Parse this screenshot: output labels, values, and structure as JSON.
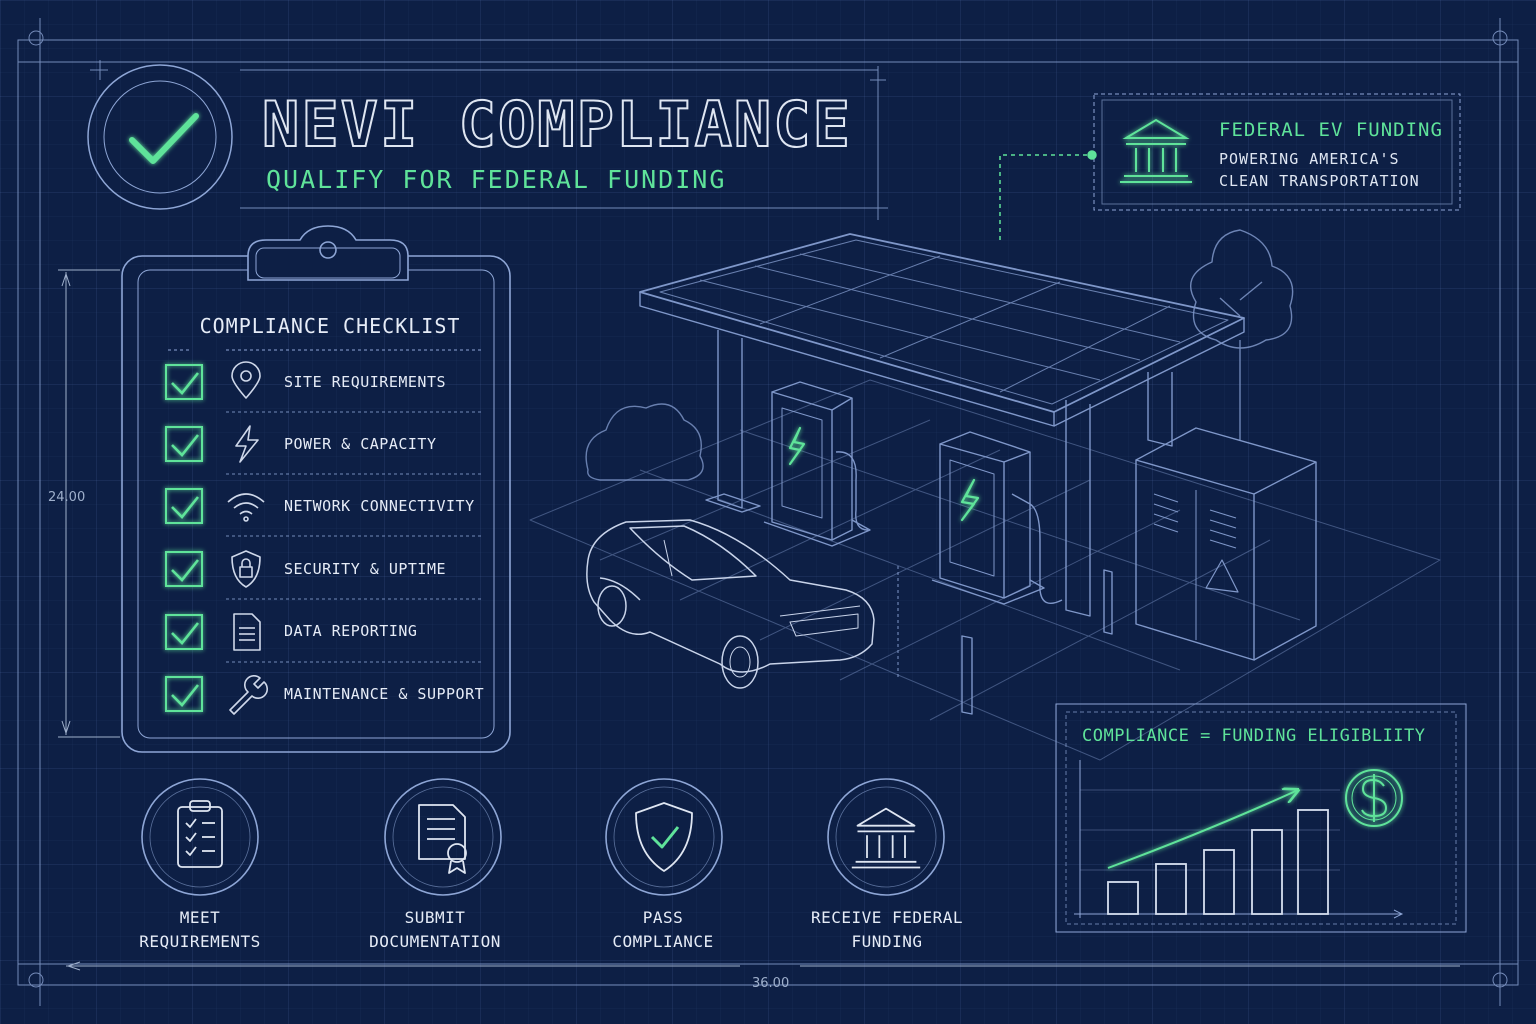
{
  "header": {
    "title": "NEVI COMPLIANCE",
    "subtitle": "QUALIFY FOR FEDERAL FUNDING"
  },
  "federal_box": {
    "title": "FEDERAL EV FUNDING",
    "line1": "POWERING AMERICA'S",
    "line2": "CLEAN TRANSPORTATION",
    "icon": "bank-icon"
  },
  "checklist": {
    "title": "COMPLIANCE CHECKLIST",
    "items": [
      {
        "label": "SITE REQUIREMENTS",
        "icon": "location-pin-icon",
        "checked": true
      },
      {
        "label": "POWER & CAPACITY",
        "icon": "lightning-icon",
        "checked": true
      },
      {
        "label": "NETWORK CONNECTIVITY",
        "icon": "wifi-icon",
        "checked": true
      },
      {
        "label": "SECURITY & UPTIME",
        "icon": "shield-lock-icon",
        "checked": true
      },
      {
        "label": "DATA REPORTING",
        "icon": "document-icon",
        "checked": true
      },
      {
        "label": "MAINTENANCE & SUPPORT",
        "icon": "wrench-icon",
        "checked": true
      }
    ]
  },
  "process": {
    "steps": [
      {
        "label": "MEET\nREQUIREMENTS",
        "icon": "clipboard-checklist-icon"
      },
      {
        "label": "SUBMIT\nDOCUMENTATION",
        "icon": "certificate-document-icon"
      },
      {
        "label": "PASS\nCOMPLIANCE",
        "icon": "shield-check-icon"
      },
      {
        "label": "RECEIVE FEDERAL\nFUNDING",
        "icon": "bank-icon"
      }
    ]
  },
  "funding_chart": {
    "title": "COMPLIANCE = FUNDING ELIGIBLIITY",
    "icon": "dollar-coin-icon",
    "trend": "rising"
  },
  "dimensions": {
    "height": "24.00",
    "width": "36.00"
  },
  "colors": {
    "background": "#0d1f45",
    "line": "#8ea6d6",
    "accent": "#5fe39a",
    "text": "#e6ecf7"
  }
}
